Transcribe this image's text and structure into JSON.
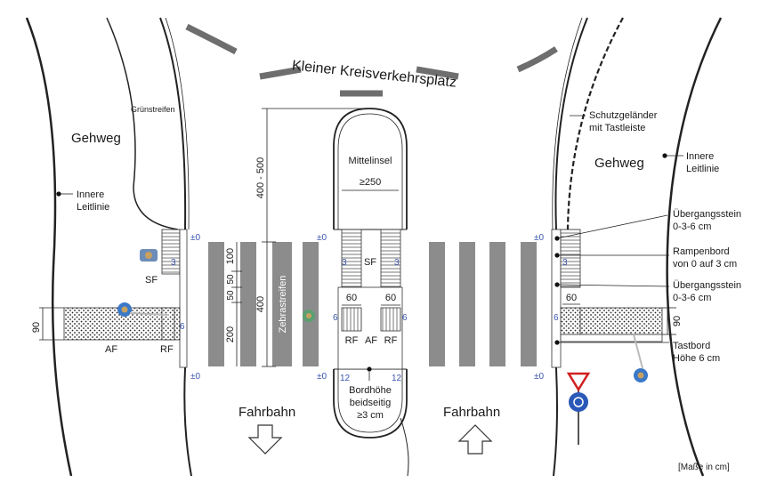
{
  "title": "Kleiner Kreisverkehrsplatz",
  "labels": {
    "gruenstreifen": "Grünstreifen",
    "gehweg_left": "Gehweg",
    "gehweg_right": "Gehweg",
    "innere_leitlinie_left": [
      "Innere",
      "Leitlinie"
    ],
    "innere_leitlinie_right": [
      "Innere",
      "Leitlinie"
    ],
    "schutzgelaender": [
      "Schutzgeländer",
      "mit Tastleiste"
    ],
    "mittelinsel": "Mittelinsel",
    "mittelinsel_width": "≥250",
    "zebrastreifen": "Zebrastreifen",
    "fahrbahn_left": "Fahrbahn",
    "fahrbahn_right": "Fahrbahn",
    "bordhoehe": [
      "Bordhöhe",
      "beidseitig",
      "≥3 cm"
    ],
    "uebergangsstein_top": [
      "Übergangsstein",
      "0-3-6 cm"
    ],
    "rampenbord": [
      "Rampenbord",
      "von 0 auf 3 cm"
    ],
    "uebergangsstein_bottom": [
      "Übergangsstein",
      "0-3-6 cm"
    ],
    "tastbord": [
      "Tastbord",
      "Höhe 6 cm"
    ],
    "masse": "[Maße in cm]",
    "sf": "SF",
    "af": "AF",
    "rf": "RF"
  },
  "dimensions": {
    "d400_500": "400 - 500",
    "d400": "400",
    "d100": "100",
    "d50a": "50",
    "d50b": "50",
    "d200": "200",
    "d90": "90",
    "d60": "60",
    "d3": "3",
    "d6": "6",
    "d12": "12",
    "pm0": "±0"
  },
  "colors": {
    "stripe": "#8c8c8c",
    "line": "#333333",
    "blue_text": "#3a55b0"
  }
}
